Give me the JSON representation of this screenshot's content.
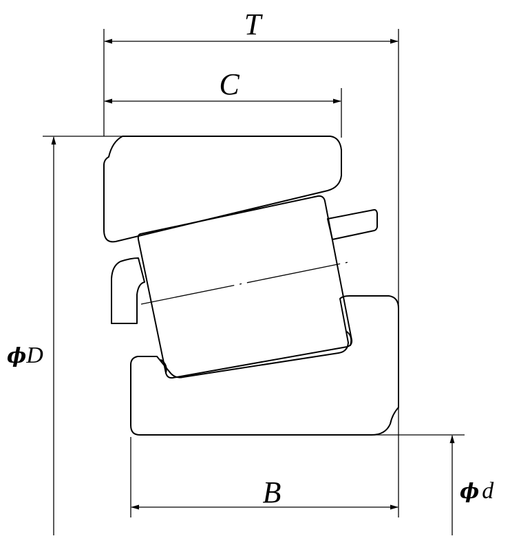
{
  "diagram": {
    "labels": {
      "T": "T",
      "C": "C",
      "D_symbol": "ϕ",
      "D": "D",
      "B": "B",
      "d_symbol": "ϕ",
      "d": "d"
    }
  }
}
